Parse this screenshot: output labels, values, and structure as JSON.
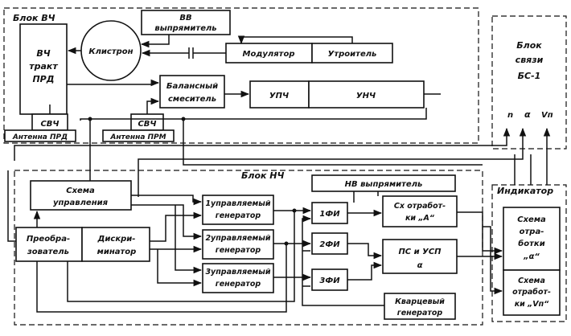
{
  "blocks": {
    "hf_block": "Блок ВЧ",
    "lf_block": "Блок НЧ",
    "comm_block": [
      "Блок",
      "связи",
      "БС-1"
    ],
    "indicator": "Индикатор"
  },
  "units": {
    "hv_rectifier": [
      "ВВ",
      "выпрямитель"
    ],
    "hf_tract": [
      "ВЧ",
      "тракт",
      "ПРД"
    ],
    "klystron": "Клистрон",
    "modulator": "Модулятор",
    "tripler": "Утроитель",
    "balanced_mixer": [
      "Балансный",
      "смеситель"
    ],
    "ipa": "УПЧ",
    "vna": "УНЧ",
    "svch_tx": "СВЧ",
    "svch_rx": "СВЧ",
    "antenna_tx": "Антенна ПРД",
    "antenna_rx": "Антенна ПРМ",
    "control_circuit": [
      "Схема",
      "управления"
    ],
    "converter": [
      "Преобра-",
      "зователь"
    ],
    "discriminator": [
      "Дискри-",
      "минатор"
    ],
    "gen1": [
      "1управляемый",
      "генератор"
    ],
    "gen2": [
      "2управляемый",
      "генератор"
    ],
    "gen3": [
      "3управляемый",
      "генератор"
    ],
    "lv_rectifier": "НВ  выпрямитель",
    "pd1": "1ФИ",
    "pd2": "2ФИ",
    "pd3": "3ФИ",
    "proc_a": [
      "Сх отработ-",
      "ки „А“"
    ],
    "ps_usp": [
      "ПС и УСП",
      "α"
    ],
    "quartz_gen": [
      "Кварцевый",
      "генератор"
    ],
    "proc_alpha": [
      "Схема",
      "отра-",
      "ботки",
      "„α“"
    ],
    "proc_vn": [
      "Схема",
      "отработ-",
      "ки „Vп“"
    ]
  },
  "signals": {
    "n": "n",
    "alpha": "α",
    "vn": "Vп"
  }
}
